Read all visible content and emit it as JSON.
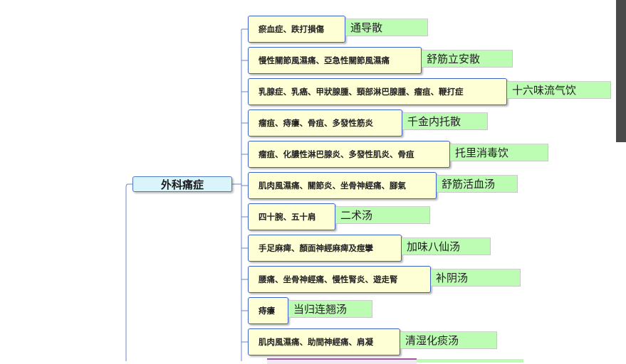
{
  "mindmap": {
    "root_label": "外科痛症",
    "branches": [
      {
        "symptom": "瘀血症、跌打損傷",
        "remedy": "通导散"
      },
      {
        "symptom": "慢性關節風濕痛、亞急性關節風濕痛",
        "remedy": "舒筋立安散"
      },
      {
        "symptom": "乳腺症、乳癌、甲狀腺腫、頸部淋巴腺腫、瘤疽、鞭打症",
        "remedy": "十六味流气饮"
      },
      {
        "symptom": "瘤疽、痔瘻、骨疽、多發性筋炎",
        "remedy": "千金内托散"
      },
      {
        "symptom": "瘤疽、化膿性淋巴腺炎、多發性肌炎、骨疽",
        "remedy": "托里消毒饮"
      },
      {
        "symptom": "肌肉風濕痛、關節炎、坐骨神經痛、腳氣",
        "remedy": "舒筋活血汤"
      },
      {
        "symptom": "四十腕、五十肩",
        "remedy": "二术汤"
      },
      {
        "symptom": "手足麻痺、顏面神經麻痺及痙攣",
        "remedy": "加味八仙汤"
      },
      {
        "symptom": "腰痛、坐骨神經痛、慢性腎炎、遊走腎",
        "remedy": "补阴汤"
      },
      {
        "symptom": "痔瘻",
        "remedy": "当归连翘汤"
      },
      {
        "symptom": "肌肉風濕痛、助間神經痛、肩凝",
        "remedy": "清湿化痰汤"
      }
    ]
  },
  "colors": {
    "symptom_fill": "#ffffd6",
    "symptom_border": "#3f63c0",
    "remedy_fill": "#bdfcb3",
    "root_fill": "#d9f4fb",
    "connector": "#6b86c9",
    "scrollbar_thumb": "#4a4a4a"
  }
}
